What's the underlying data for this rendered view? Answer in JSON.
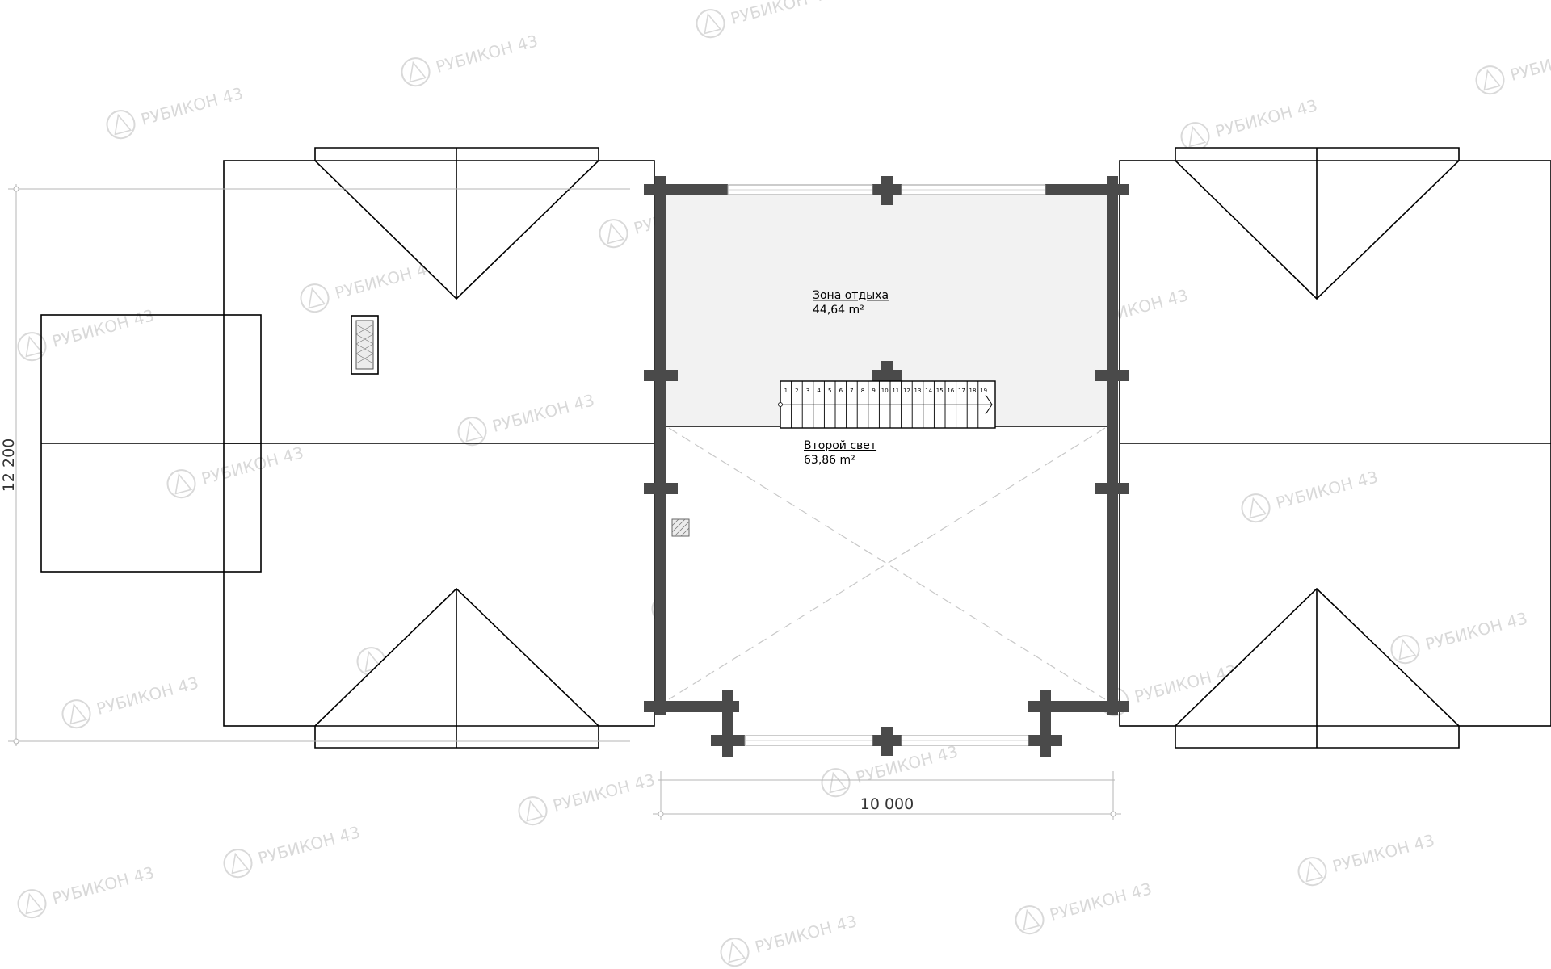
{
  "watermark": {
    "text": "РУБИКОН 43",
    "color": "#d9d9d9"
  },
  "rooms": [
    {
      "name": "Зона отдыха",
      "area": "44,64 m²"
    },
    {
      "name": "Второй свет",
      "area": "63,86 m²"
    }
  ],
  "dimensions": {
    "width": "10 000",
    "depth": "12 200"
  },
  "stair_steps": [
    "1",
    "2",
    "3",
    "4",
    "5",
    "6",
    "7",
    "8",
    "9",
    "10",
    "11",
    "12",
    "13",
    "14",
    "15",
    "16",
    "17",
    "18",
    "19"
  ],
  "colors": {
    "wall": "#4a4a4a",
    "line": "#000000",
    "room_fill": "#f2f2f2",
    "dimension": "#b5b5b5",
    "dashed": "#c8c8c8"
  }
}
